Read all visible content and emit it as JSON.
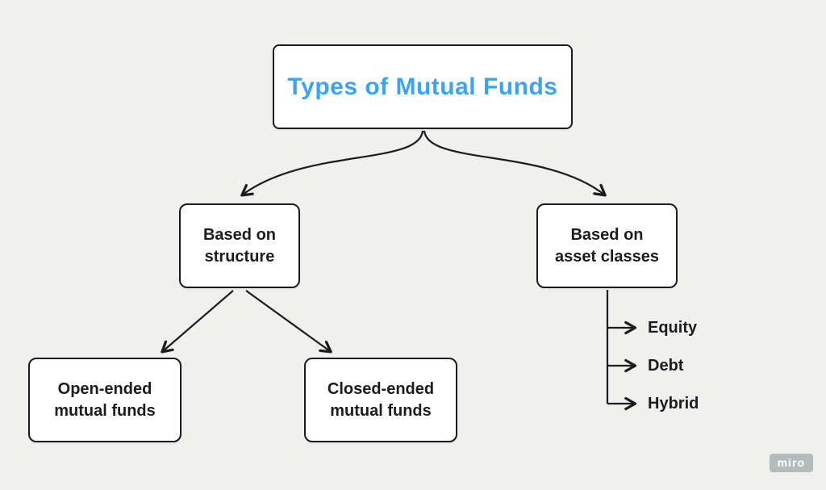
{
  "page": {
    "background_color": "#f0f0ee",
    "line_color": "#1c1c1c",
    "title_color": "#3aa3f5",
    "node_fill": "#ffffff"
  },
  "nodes": {
    "title": {
      "label": "Types of Mutual Funds"
    },
    "structure": {
      "label": "Based on structure"
    },
    "asset_classes": {
      "label": "Based on asset classes"
    },
    "open_ended": {
      "label": "Open-ended mutual funds"
    },
    "closed_ended": {
      "label": "Closed-ended mutual funds"
    },
    "equity": {
      "label": "Equity"
    },
    "debt": {
      "label": "Debt"
    },
    "hybrid": {
      "label": "Hybrid"
    }
  },
  "watermark": {
    "label": "miro"
  }
}
